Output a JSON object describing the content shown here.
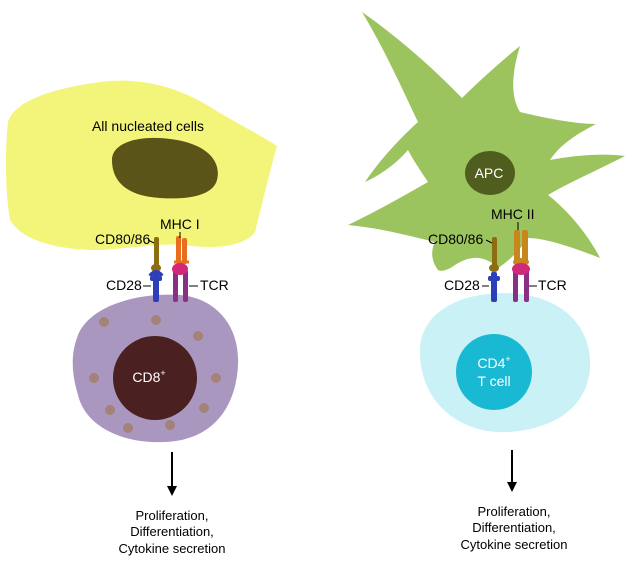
{
  "left_panel": {
    "host_cell_label": "All nucleated cells",
    "mhc_label": "MHC I",
    "cd80_label": "CD80/86",
    "cd28_label": "CD28",
    "tcr_label": "TCR",
    "tcell_label": "CD8",
    "tcell_superscript": "+",
    "outcome_lines": [
      "Proliferation,",
      "Differentiation,",
      "Cytokine secretion"
    ]
  },
  "right_panel": {
    "apc_label": "APC",
    "mhc_label": "MHC II",
    "cd80_label": "CD80/86",
    "cd28_label": "CD28",
    "tcr_label": "TCR",
    "tcell_label_line1": "CD4",
    "tcell_superscript": "+",
    "tcell_label_line2": "T cell",
    "outcome_lines": [
      "Proliferation,",
      "Differentiation,",
      "Cytokine secretion"
    ]
  },
  "colors": {
    "nucleated_cell": "#f3f57a",
    "nucleated_nucleus": "#5a5419",
    "apc_cell": "#9cc45e",
    "apc_nucleus": "#4f5d1f",
    "cd8_cell": "#a997c0",
    "cd8_nucleus": "#4a2020",
    "granule": "#a48278",
    "cd4_cell": "#c9f1f6",
    "cd4_nucleus": "#19b9d3",
    "cd80": "#8c6d10",
    "cd28": "#2c3fb8",
    "mhc_i": "#e86d1c",
    "mhc_ii": "#c8861c",
    "tcr": "#8a2f86",
    "tcr_core": "#d2287a"
  }
}
